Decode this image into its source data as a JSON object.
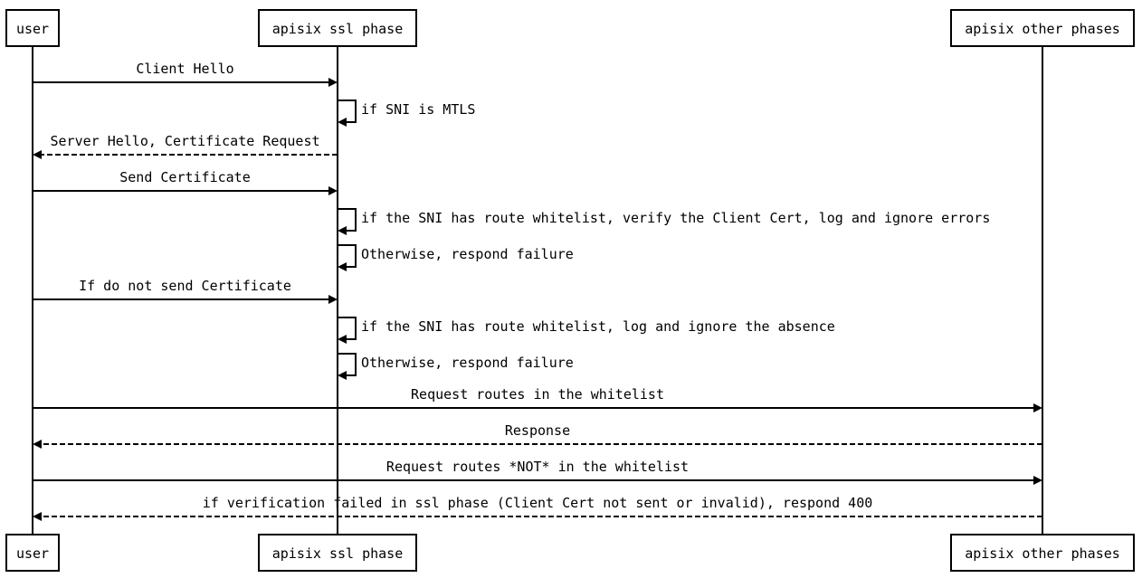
{
  "participants": [
    {
      "id": "user",
      "label": "user"
    },
    {
      "id": "ssl",
      "label": "apisix ssl phase"
    },
    {
      "id": "other",
      "label": "apisix other phases"
    }
  ],
  "messages": [
    {
      "from": "user",
      "to": "ssl",
      "text": "Client Hello",
      "style": "solid"
    },
    {
      "from": "ssl",
      "to": "ssl",
      "text": "if SNI is MTLS",
      "style": "self"
    },
    {
      "from": "ssl",
      "to": "user",
      "text": "Server Hello, Certificate Request",
      "style": "dashed"
    },
    {
      "from": "user",
      "to": "ssl",
      "text": "Send Certificate",
      "style": "solid"
    },
    {
      "from": "ssl",
      "to": "ssl",
      "text": "if the SNI has route whitelist, verify the Client Cert, log and ignore errors",
      "style": "self"
    },
    {
      "from": "ssl",
      "to": "ssl",
      "text": "Otherwise, respond failure",
      "style": "self"
    },
    {
      "from": "user",
      "to": "ssl",
      "text": "If do not send Certificate",
      "style": "solid"
    },
    {
      "from": "ssl",
      "to": "ssl",
      "text": "if the SNI has route whitelist, log and ignore the absence",
      "style": "self"
    },
    {
      "from": "ssl",
      "to": "ssl",
      "text": "Otherwise, respond failure",
      "style": "self"
    },
    {
      "from": "user",
      "to": "other",
      "text": "Request routes in the whitelist",
      "style": "solid"
    },
    {
      "from": "other",
      "to": "user",
      "text": "Response",
      "style": "dashed"
    },
    {
      "from": "user",
      "to": "other",
      "text": "Request routes *NOT* in the whitelist",
      "style": "solid"
    },
    {
      "from": "other",
      "to": "user",
      "text": "if verification failed in ssl phase (Client Cert not sent or invalid), respond 400",
      "style": "dashed"
    }
  ]
}
